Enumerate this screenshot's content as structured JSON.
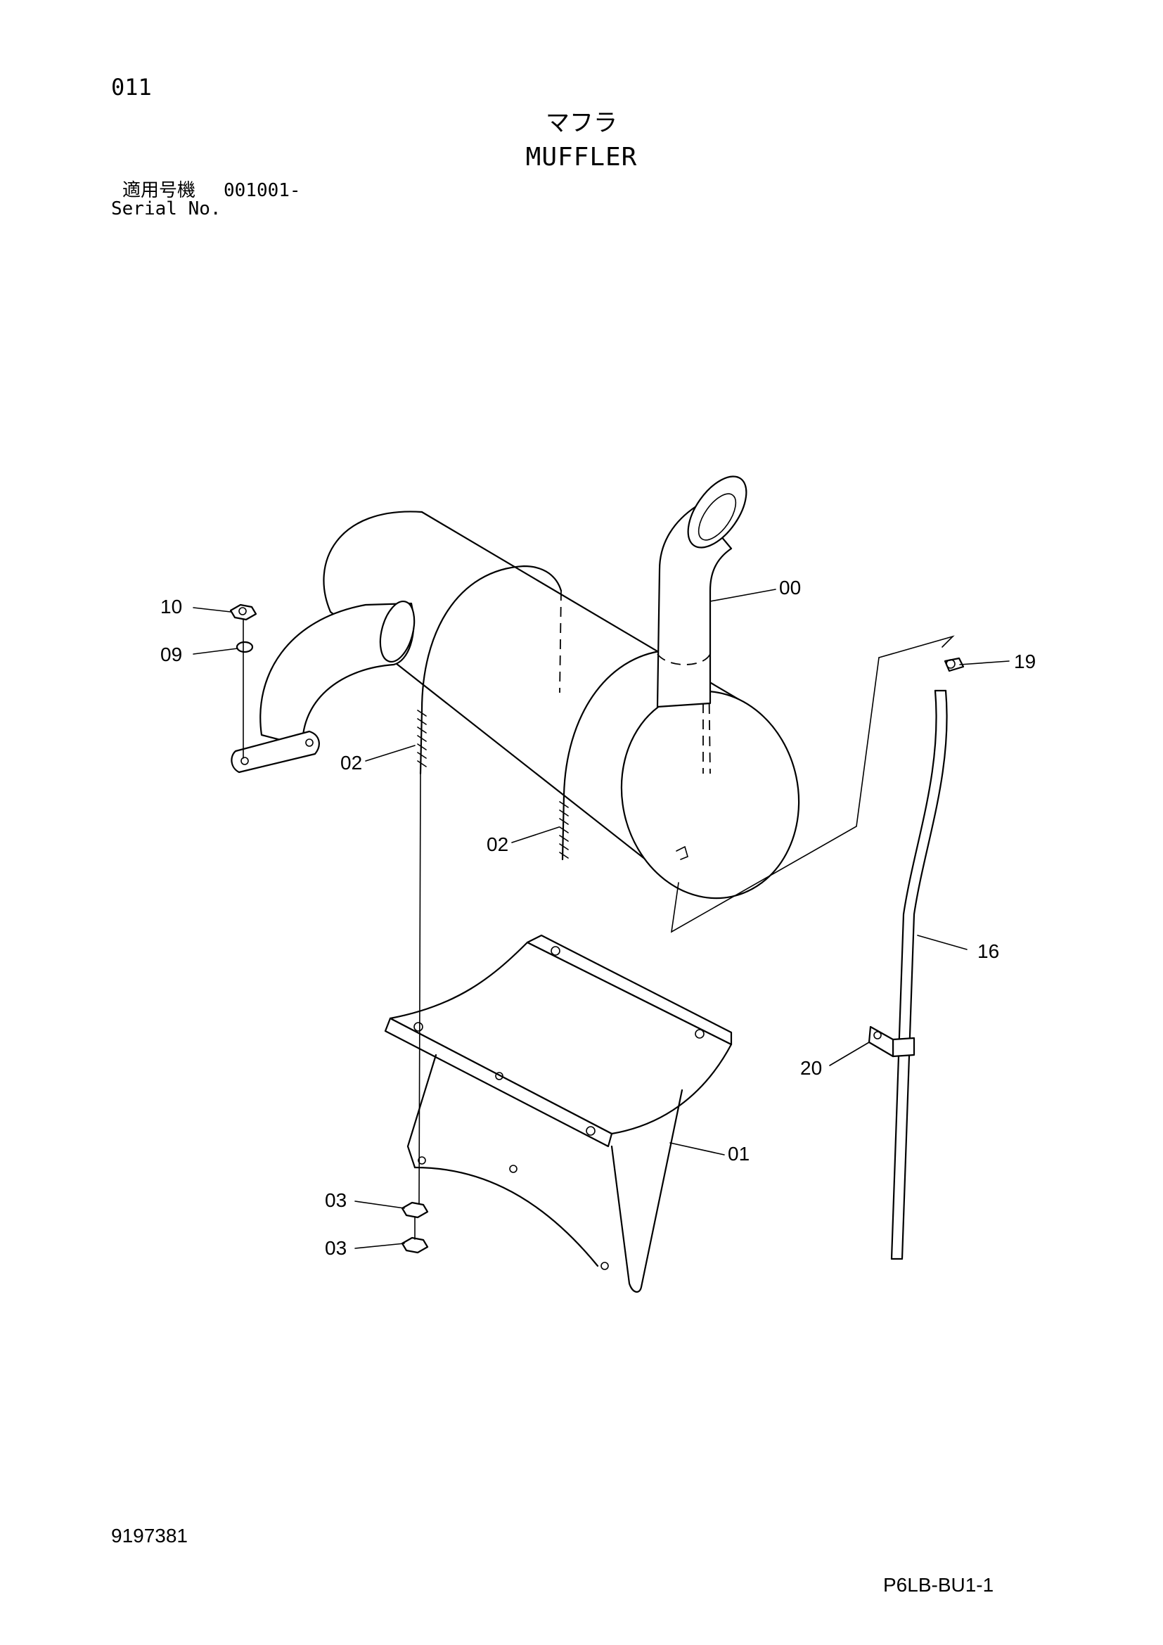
{
  "header": {
    "page_number": "011",
    "title_jp": "マフラ",
    "title_en": "MUFFLER",
    "serial_label_jp": "適用号機",
    "serial_range": "001001-",
    "serial_label_en": "Serial No."
  },
  "callouts": [
    {
      "id": "00",
      "label": "00"
    },
    {
      "id": "01",
      "label": "01"
    },
    {
      "id": "02a",
      "label": "02"
    },
    {
      "id": "02b",
      "label": "02"
    },
    {
      "id": "03a",
      "label": "03"
    },
    {
      "id": "03b",
      "label": "03"
    },
    {
      "id": "09",
      "label": "09"
    },
    {
      "id": "10",
      "label": "10"
    },
    {
      "id": "16",
      "label": "16"
    },
    {
      "id": "19",
      "label": "19"
    },
    {
      "id": "20",
      "label": "20"
    }
  ],
  "footer": {
    "drawing_number": "9197381",
    "sheet_code": "P6LB-BU1-1"
  }
}
